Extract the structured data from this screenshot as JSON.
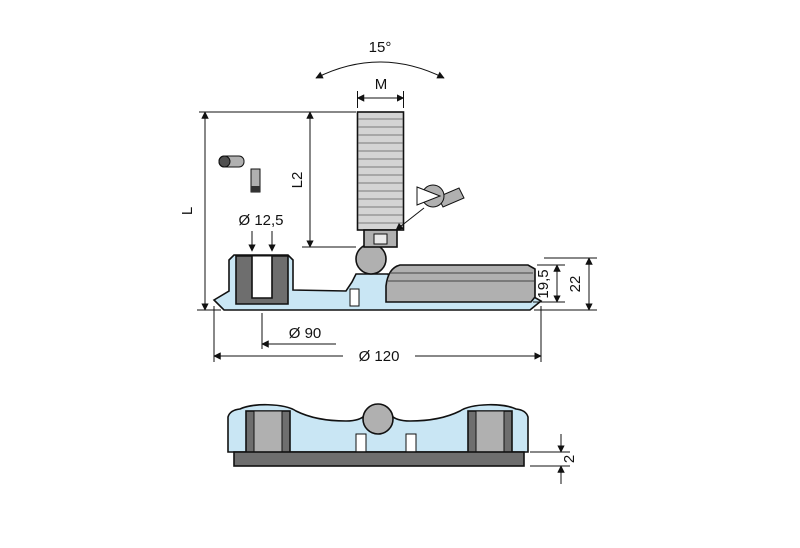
{
  "drawing": {
    "type": "technical-drawing",
    "views": {
      "main": "side-section",
      "secondary": "lower-section"
    },
    "labels": {
      "angle": "15°",
      "thread": "M",
      "thread_length": "L2",
      "total_length": "L",
      "hole_diameter": "Ø 12,5",
      "pitch_circle_diameter": "Ø 90",
      "base_diameter": "Ø 120",
      "plate_height": "19,5",
      "base_height": "22",
      "bottom_plate_thickness": "2"
    },
    "icons": {
      "left_tool": "hex-key-icon",
      "right_tool": "wrench-icon"
    },
    "colors": {
      "body": "#c9e6f4",
      "metal_light": "#d4d4d4",
      "metal_mid": "#b0b0b0",
      "metal_dark": "#6e6e6e",
      "outline": "#111111",
      "background": "#ffffff"
    }
  }
}
